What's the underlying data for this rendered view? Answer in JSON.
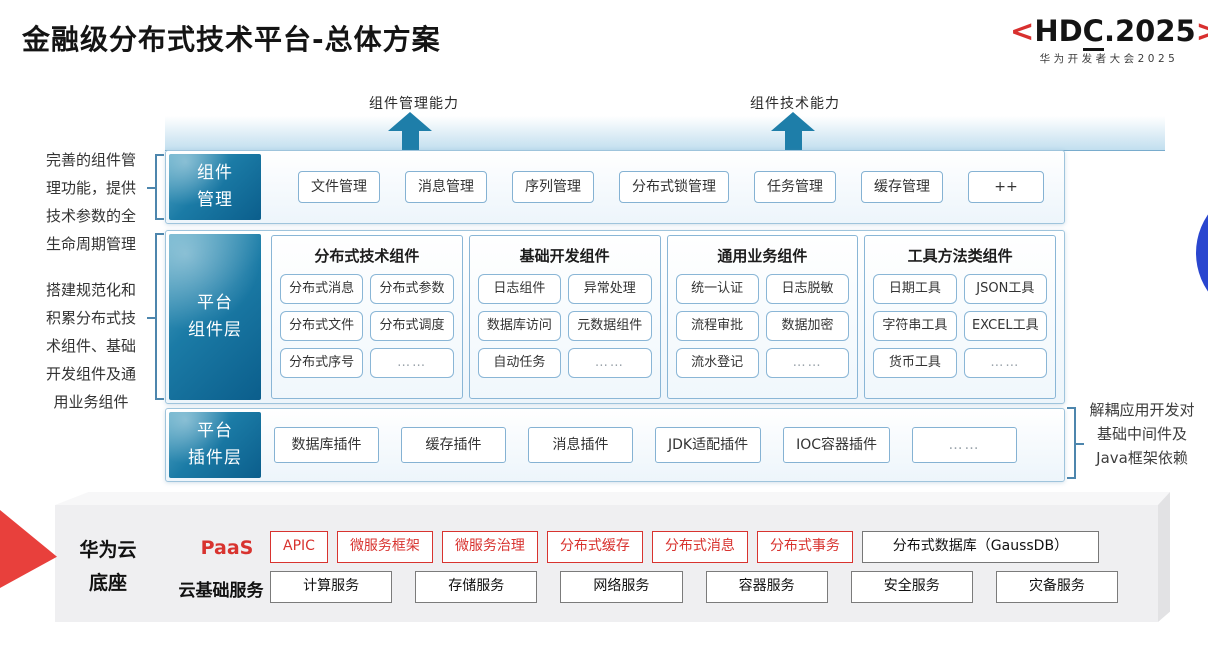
{
  "title": "金融级分布式技术平台-总体方案",
  "logo": {
    "bracket_left": "<",
    "main_pre": "HD",
    "main_c": "C",
    "main_post": ".2025",
    "bracket_right": ">",
    "subtitle": "华为开发者大会2025"
  },
  "arrows": [
    {
      "label": "组件管理能力"
    },
    {
      "label": "组件技术能力"
    }
  ],
  "left_notes": [
    "完善的组件管\n理功能，提供\n技术参数的全\n生命周期管理",
    "搭建规范化和\n积累分布式技\n术组件、基础\n开发组件及通\n用业务组件"
  ],
  "right_note": "解耦应用开发对\n基础中间件及\nJava框架依赖",
  "rows": {
    "management": {
      "label": "组件\n管理",
      "items": [
        "文件管理",
        "消息管理",
        "序列管理",
        "分布式锁管理",
        "任务管理",
        "缓存管理",
        "++"
      ]
    },
    "components": {
      "label": "平台\n组件层",
      "columns": [
        {
          "header": "分布式技术组件",
          "items": [
            "分布式消息",
            "分布式参数",
            "分布式文件",
            "分布式调度",
            "分布式序号",
            "……"
          ]
        },
        {
          "header": "基础开发组件",
          "items": [
            "日志组件",
            "异常处理",
            "数据库访问",
            "元数据组件",
            "自动任务",
            "……"
          ]
        },
        {
          "header": "通用业务组件",
          "items": [
            "统一认证",
            "日志脱敏",
            "流程审批",
            "数据加密",
            "流水登记",
            "……"
          ]
        },
        {
          "header": "工具方法类组件",
          "items": [
            "日期工具",
            "JSON工具",
            "字符串工具",
            "EXCEL工具",
            "货币工具",
            "……"
          ]
        }
      ]
    },
    "plugins": {
      "label": "平台\n插件层",
      "items": [
        "数据库插件",
        "缓存插件",
        "消息插件",
        "JDK适配插件",
        "IOC容器插件",
        "……"
      ]
    }
  },
  "cloud": {
    "label": "华为云\n底座",
    "paas": {
      "label": "PaaS",
      "items": [
        "APIC",
        "微服务框架",
        "微服务治理",
        "分布式缓存",
        "分布式消息",
        "分布式事务"
      ],
      "db_item": "分布式数据库（GaussDB）"
    },
    "base": {
      "label": "云基础服务",
      "items": [
        "计算服务",
        "存储服务",
        "网络服务",
        "容器服务",
        "安全服务",
        "灾备服务"
      ]
    }
  },
  "colors": {
    "accent_teal": "#1b7ba6",
    "accent_red": "#d8332f",
    "decor_blue": "#2a46cf",
    "box_border_blue": "#85b2d3"
  }
}
